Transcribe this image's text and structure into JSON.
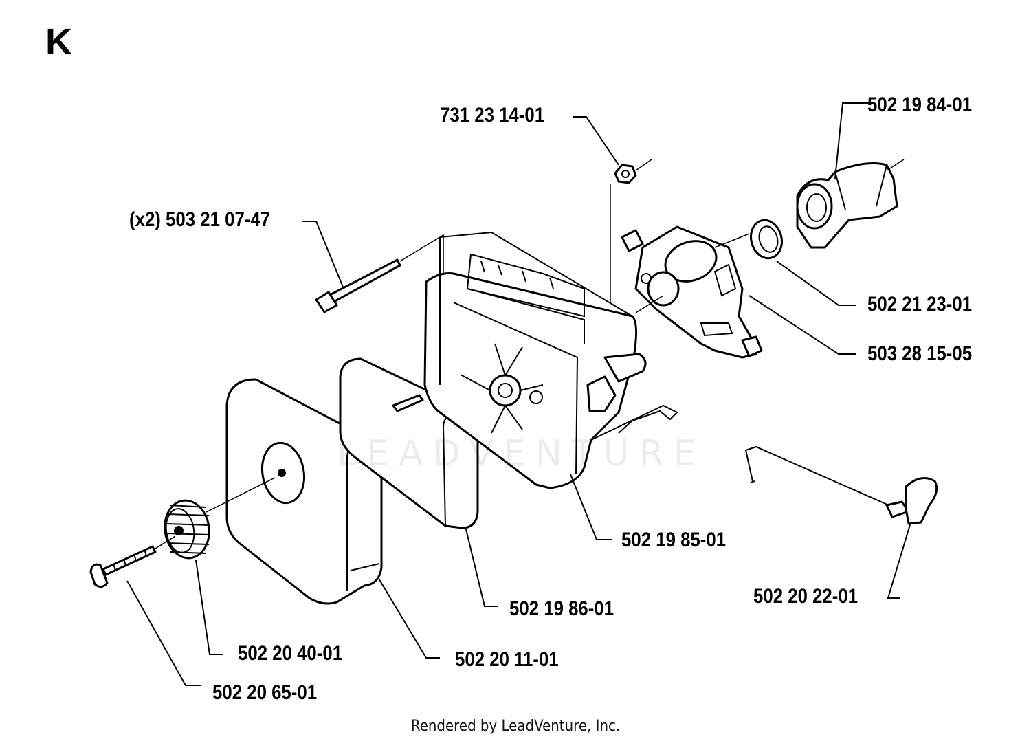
{
  "section_letter": "K",
  "watermark": "LEADVENTURE",
  "footer": "Rendered by LeadVenture, Inc.",
  "parts": [
    {
      "id": "nut",
      "number": "731 23 14-01"
    },
    {
      "id": "intake-adapter",
      "number": "502 19 84-01"
    },
    {
      "id": "screw-x2",
      "number": "(x2) 503 21 07-47"
    },
    {
      "id": "gasket",
      "number": "502 21 23-01"
    },
    {
      "id": "carburetor",
      "number": "503 28 15-05"
    },
    {
      "id": "carburetor-housing",
      "number": "502 19 85-01"
    },
    {
      "id": "throttle-rod",
      "number": "502 20 22-01"
    },
    {
      "id": "filter-element",
      "number": "502 19 86-01"
    },
    {
      "id": "knob",
      "number": "502 20 40-01"
    },
    {
      "id": "filter-cover",
      "number": "502 20 11-01"
    },
    {
      "id": "cover-screw",
      "number": "502 20 65-01"
    }
  ]
}
